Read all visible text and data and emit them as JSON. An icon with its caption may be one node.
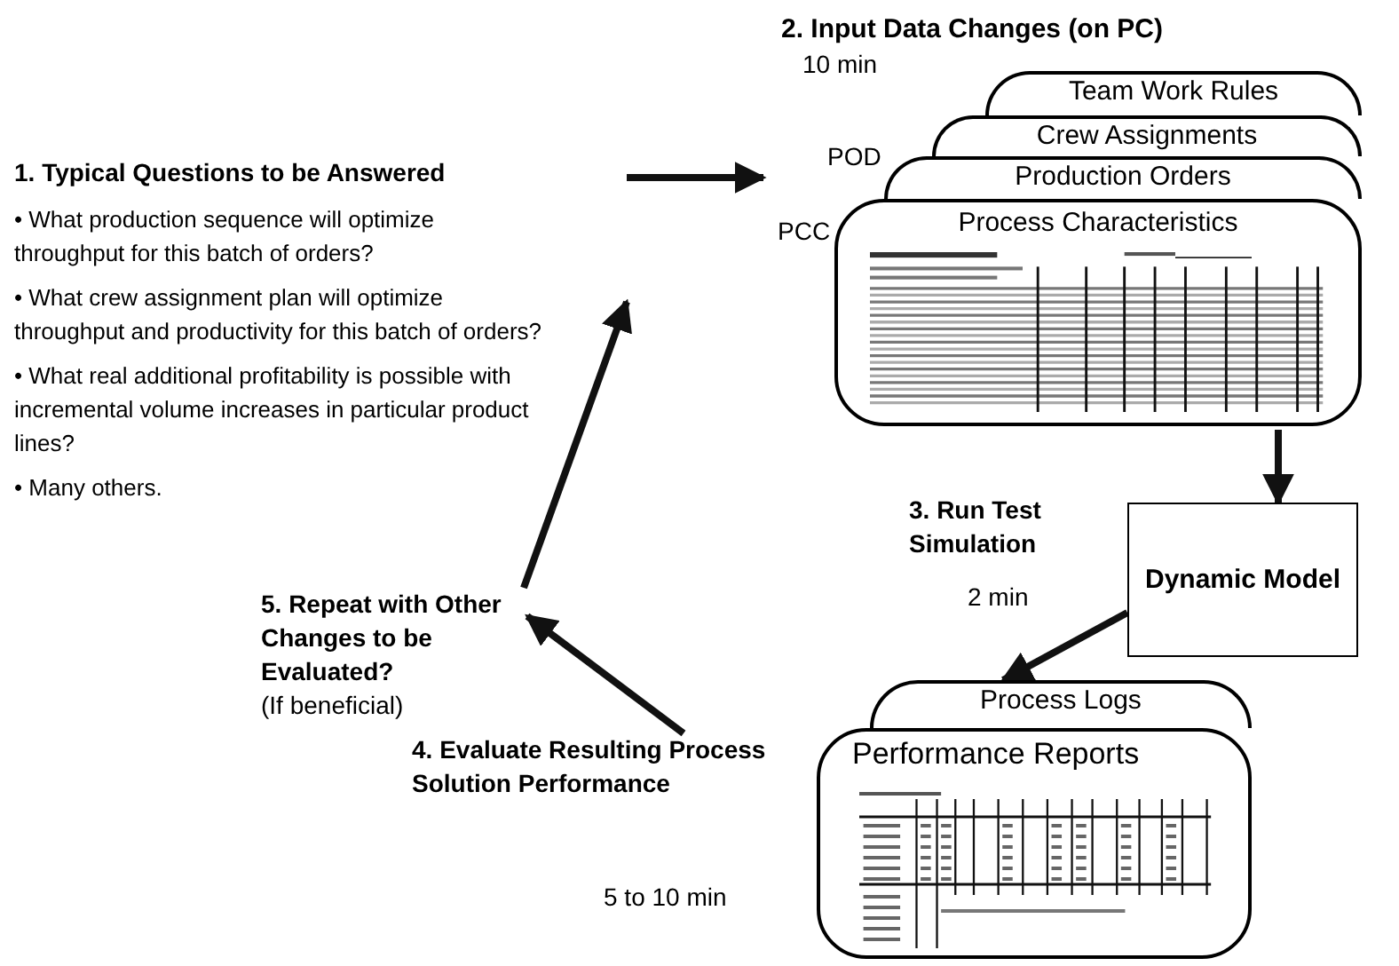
{
  "diagram": {
    "nodes": [
      {
        "text": [
          "1. Typical Questions to be Answered",
          "• What production sequence will optimize throughput for this batch of orders?",
          "• What crew assignment plan will optimize throughput and productivity for this batch of orders?",
          "• What real additional profitability is possible with incremental volume increases in particular product lines?",
          "• Many others."
        ]
      },
      {
        "text": [
          "2. Input Data Changes (on PC)"
        ],
        "beside": [
          "10 min"
        ]
      },
      {
        "text": [
          "Team Work Rules"
        ],
        "in": 1
      },
      {
        "text": [
          "Crew Assignments"
        ],
        "in": 1
      },
      {
        "text": [
          "Production Orders"
        ],
        "in": 1,
        "beside": [
          "POD"
        ]
      },
      {
        "text": [
          "Process Characteristics"
        ],
        "in": 1,
        "beside": [
          "PCC"
        ]
      },
      {
        "text": [
          "3. Run Test Simulation"
        ],
        "beside": [
          "2 min"
        ]
      },
      {
        "text": [
          "Dynamic Model"
        ]
      },
      {
        "text": [
          "Process Logs"
        ]
      },
      {
        "text": [
          "Performance Reports"
        ]
      },
      {
        "text": [
          "4. Evaluate Resulting Process Solution Performance"
        ],
        "beside": [
          "5 to 10 min"
        ]
      },
      {
        "text": [
          "5. Repeat with Other Changes to be Evaluated?",
          "(If beneficial)"
        ]
      }
    ],
    "edges": [
      {
        "from": 0,
        "to": 1,
        "arrow": "to"
      },
      {
        "from": 1,
        "to": 7,
        "arrow": "to"
      },
      {
        "from": 7,
        "to": 8,
        "arrow": "to"
      },
      {
        "from": 10,
        "to": 11,
        "arrow": "to"
      },
      {
        "from": 11,
        "to": 0,
        "arrow": "to"
      }
    ]
  }
}
